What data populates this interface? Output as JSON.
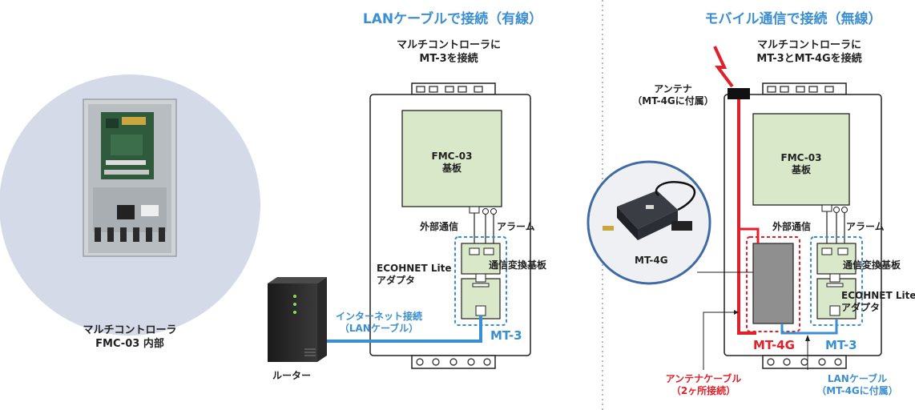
{
  "left_panel": {
    "caption_line1": "マルチコントローラ",
    "caption_line2": "FMC-03 内部"
  },
  "lan_section": {
    "title": "LANケーブルで接続（有線）",
    "subtitle_line1": "マルチコントローラに",
    "subtitle_line2": "MT-3を接続",
    "board_line1": "FMC-03",
    "board_line2": "基板",
    "ext_comm": "外部通信",
    "alarm": "アラーム",
    "adapter_line1": "ECOHNET Lite",
    "adapter_line2": "アダプタ",
    "conv_board": "通信変換基板",
    "mt3": "MT-3",
    "internet_line1": "インターネット接続",
    "internet_line2": "（LANケーブル）",
    "router": "ルーター"
  },
  "mobile_section": {
    "title": "モバイル通信で接続（無線）",
    "subtitle_line1": "マルチコントローラに",
    "subtitle_line2": "MT-3とMT-4Gを接続",
    "antenna_line1": "アンテナ",
    "antenna_line2": "（MT-4Gに付属）",
    "board_line1": "FMC-03",
    "board_line2": "基板",
    "ext_comm": "外部通信",
    "alarm": "アラーム",
    "conv_board": "通信変換基板",
    "adapter_line1": "ECOHNET Lite",
    "adapter_line2": "アダプタ",
    "mt4g_photo_label": "MT-4G",
    "mt4g": "MT-4G",
    "mt3": "MT-3",
    "antenna_cable_line1": "アンテナケーブル",
    "antenna_cable_line2": "（2ヶ所接続）",
    "lan_cable_line1": "LANケーブル",
    "lan_cable_line2": "（MT-4Gに付属）"
  },
  "colors": {
    "accent_blue": "#3b8fd1",
    "accent_red": "#e0202a",
    "board_green": "#d8e8c8",
    "circle_bg": "#d5dae8",
    "divider": "#a9b8d8"
  }
}
